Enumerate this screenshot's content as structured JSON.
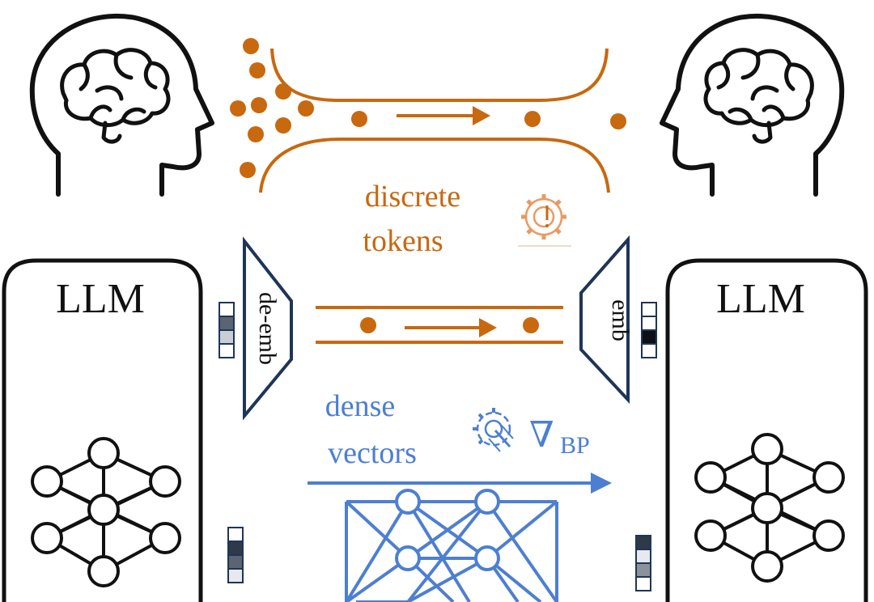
{
  "colors": {
    "orange": "#c8680f",
    "blue": "#4d7fd1",
    "navy": "#1f3557",
    "black": "#111111"
  },
  "labels": {
    "discrete_tokens_line1": "discrete",
    "discrete_tokens_line2": "tokens",
    "dense_vectors_line1": "dense",
    "dense_vectors_line2": "vectors",
    "gradient_symbol": "∇",
    "gradient_subscript": "BP",
    "llm_left": "LLM",
    "llm_right": "LLM",
    "de_emb": "de-emb",
    "emb": "emb"
  },
  "icons": {
    "head_left": "human-head-brain-icon",
    "head_right": "human-head-brain-icon",
    "gear_warning": "gear-warning-icon",
    "gear_click": "gear-cursor-icon",
    "network_left": "neural-network-icon",
    "network_right": "neural-network-icon"
  }
}
